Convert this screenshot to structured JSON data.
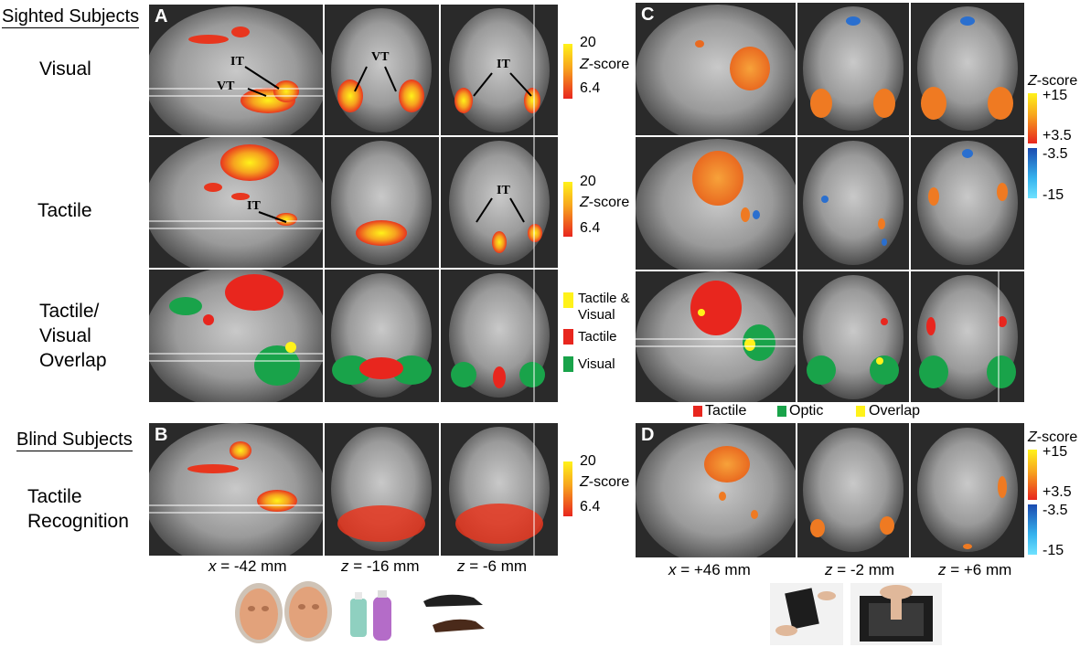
{
  "headings": {
    "sighted": "Sighted Subjects",
    "blind": "Blind Subjects"
  },
  "row_labels": {
    "visual": "Visual",
    "tactile": "Tactile",
    "overlap_1": "Tactile/",
    "overlap_2": "Visual",
    "overlap_3": "Overlap",
    "recog_1": "Tactile",
    "recog_2": "Recognition"
  },
  "panel_letters": {
    "a": "A",
    "b": "B",
    "c": "C",
    "d": "D"
  },
  "annotations": {
    "it": "IT",
    "vt": "VT"
  },
  "colorbar_left": {
    "max": "20",
    "label_italic": "Z",
    "label_rest": "-score",
    "min": "6.4"
  },
  "overlap_legend": {
    "both": "Tactile &\nVisual",
    "tactile": "Tactile",
    "visual": "Visual"
  },
  "colorbar_right": {
    "label_italic": "Z",
    "label_rest": "-score",
    "pos_max": "+15",
    "pos_min": "+3.5",
    "neg_min": "-3.5",
    "neg_max": "-15"
  },
  "bottom_legend_c": {
    "tactile": "Tactile",
    "optic": "Optic",
    "overlap": "Overlap"
  },
  "coords_left": {
    "x_var": "x",
    "x_val": " = -42 mm",
    "z1_var": "z",
    "z1_val": " = -16 mm",
    "z2_var": "z",
    "z2_val": " = -6 mm"
  },
  "coords_right": {
    "x_var": "x",
    "x_val": " = +46 mm",
    "z1_var": "z",
    "z1_val": " = -2 mm",
    "z2_var": "z",
    "z2_val": " = +6 mm"
  },
  "colors": {
    "activation_hot": "#f3a21f",
    "activation_red": "#e8261e",
    "activation_yellow": "#fff21a",
    "visual_green": "#19a34a",
    "negative_blue": "#2a6fcf"
  }
}
